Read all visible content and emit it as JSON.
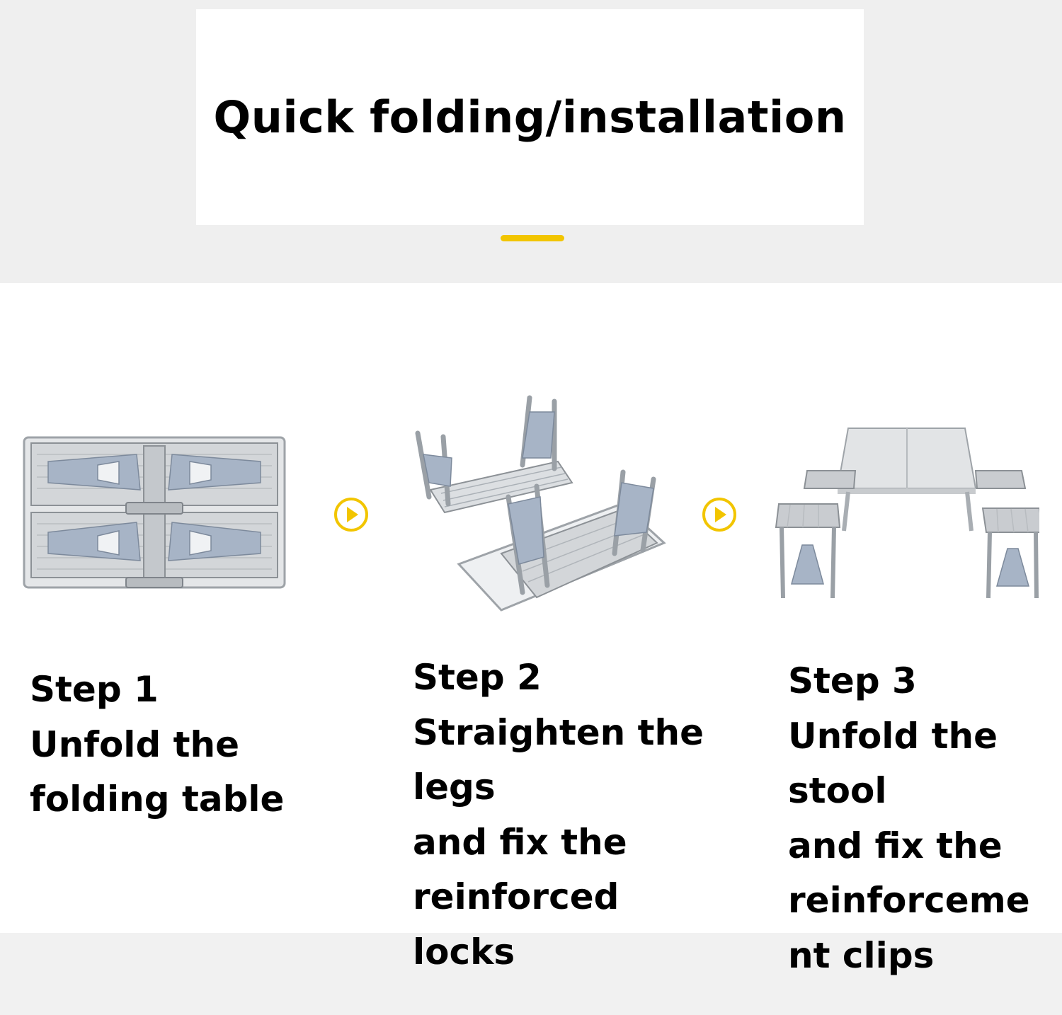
{
  "header": {
    "title": "Quick folding/installation",
    "accent_color": "#f2c500"
  },
  "steps": [
    {
      "image": "folded-table-icon",
      "lines": [
        "Step 1",
        "Unfold the",
        "folding table"
      ]
    },
    {
      "image": "table-legs-unfolding-icon",
      "lines": [
        "Step 2",
        "Straighten the",
        "legs",
        "and fix the",
        "reinforced",
        "locks"
      ]
    },
    {
      "image": "table-with-stools-icon",
      "lines": [
        "Step 3",
        "Unfold the",
        "stool",
        "and fix the",
        "reinforceme",
        "nt clips"
      ]
    }
  ],
  "arrows": [
    "play-arrow-icon",
    "play-arrow-icon"
  ]
}
